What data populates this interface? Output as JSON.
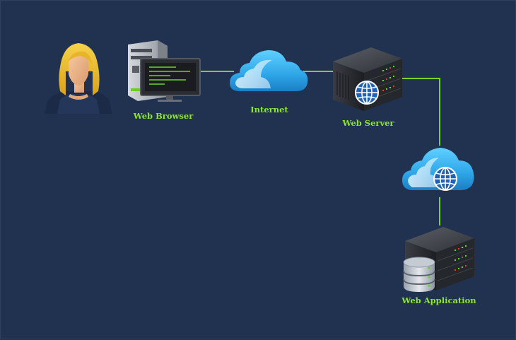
{
  "diagram": {
    "labels": {
      "browser": "Web Browser",
      "internet": "Internet",
      "server": "Web Server",
      "application": "Web Application"
    },
    "colors": {
      "background": "#203250",
      "connector": "#7ed321",
      "label": "#8ee62c",
      "cloud": "#42b4f0"
    },
    "nodes": [
      "user-avatar",
      "web-browser",
      "internet",
      "web-server",
      "network-cloud",
      "web-application"
    ],
    "edges": [
      [
        "web-browser",
        "internet"
      ],
      [
        "internet",
        "web-server"
      ],
      [
        "web-server",
        "network-cloud"
      ],
      [
        "network-cloud",
        "web-application"
      ]
    ]
  }
}
